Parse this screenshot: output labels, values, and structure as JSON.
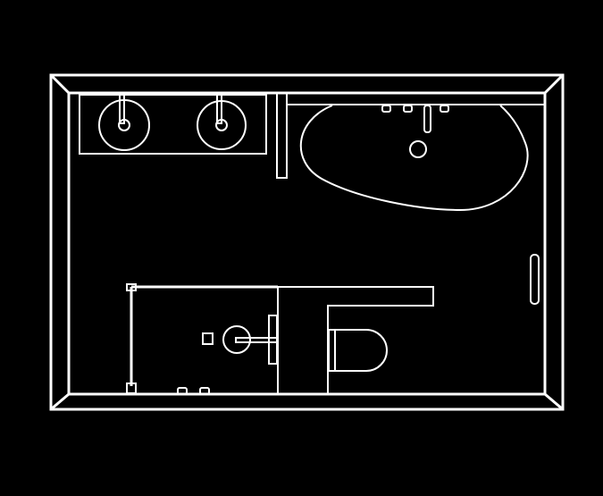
{
  "diagram": {
    "type": "bathroom-floor-plan",
    "colors": {
      "background": "#000000",
      "line": "#ffffff"
    },
    "fixtures": [
      "double-vanity",
      "freestanding-bathtub",
      "walk-in-shower",
      "toilet",
      "door-handle"
    ]
  }
}
